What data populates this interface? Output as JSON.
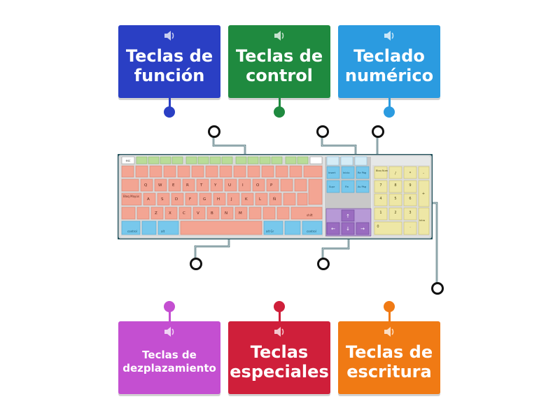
{
  "colors": {
    "blue_dark": "#2a3fc4",
    "green": "#1f8a3f",
    "blue_light": "#2b9be0",
    "purple": "#c44fd1",
    "red": "#cf1f3a",
    "orange": "#f07a14",
    "connector": "#1d4d57"
  },
  "top_cards": [
    {
      "label": "Teclas de función",
      "color": "#2a3fc4",
      "icon": "speaker-icon"
    },
    {
      "label": "Teclas de control",
      "color": "#1f8a3f",
      "icon": "speaker-icon"
    },
    {
      "label": "Teclado numérico",
      "color": "#2b9be0",
      "icon": "speaker-icon"
    }
  ],
  "bottom_cards": [
    {
      "label": "Teclas de dezplazamiento",
      "color": "#c44fd1",
      "icon": "speaker-icon"
    },
    {
      "label": "Teclas especiales",
      "color": "#cf1f3a",
      "icon": "speaker-icon"
    },
    {
      "label": "Teclas de escritura",
      "color": "#f07a14",
      "icon": "speaker-icon"
    }
  ],
  "keyboard": {
    "key_esc": "esc",
    "key_control_left": "control",
    "key_alt": "alt",
    "key_altgr": "alt Gr",
    "key_control_right": "control",
    "key_shift": "shift",
    "key_bloq_mayus": "Bloq Mayús",
    "key_insert": "Insert",
    "key_inicio": "Inicio",
    "key_re_pag": "Re Pág",
    "key_supr": "Supr",
    "key_fin": "Fin",
    "key_av_pag": "Av Pág",
    "key_bloq_num": "Bloq Num",
    "key_intro": "Intro",
    "num_row1": [
      "/",
      "*",
      "-"
    ],
    "num_row2": [
      "7",
      "8",
      "9"
    ],
    "num_row3": [
      "4",
      "5",
      "6"
    ],
    "num_row4": [
      "1",
      "2",
      "3"
    ],
    "num_zero": "0",
    "num_dot": ".",
    "num_plus": "+",
    "arrows": [
      "↑",
      "←",
      "↓",
      "→"
    ],
    "letters_row1": [
      "Q",
      "W",
      "E",
      "R",
      "T",
      "Y",
      "U",
      "I",
      "O",
      "P"
    ],
    "letters_row2": [
      "A",
      "S",
      "D",
      "F",
      "G",
      "H",
      "J",
      "K",
      "L",
      "Ñ"
    ],
    "letters_row3": [
      "Z",
      "X",
      "C",
      "V",
      "B",
      "N",
      "M"
    ]
  }
}
